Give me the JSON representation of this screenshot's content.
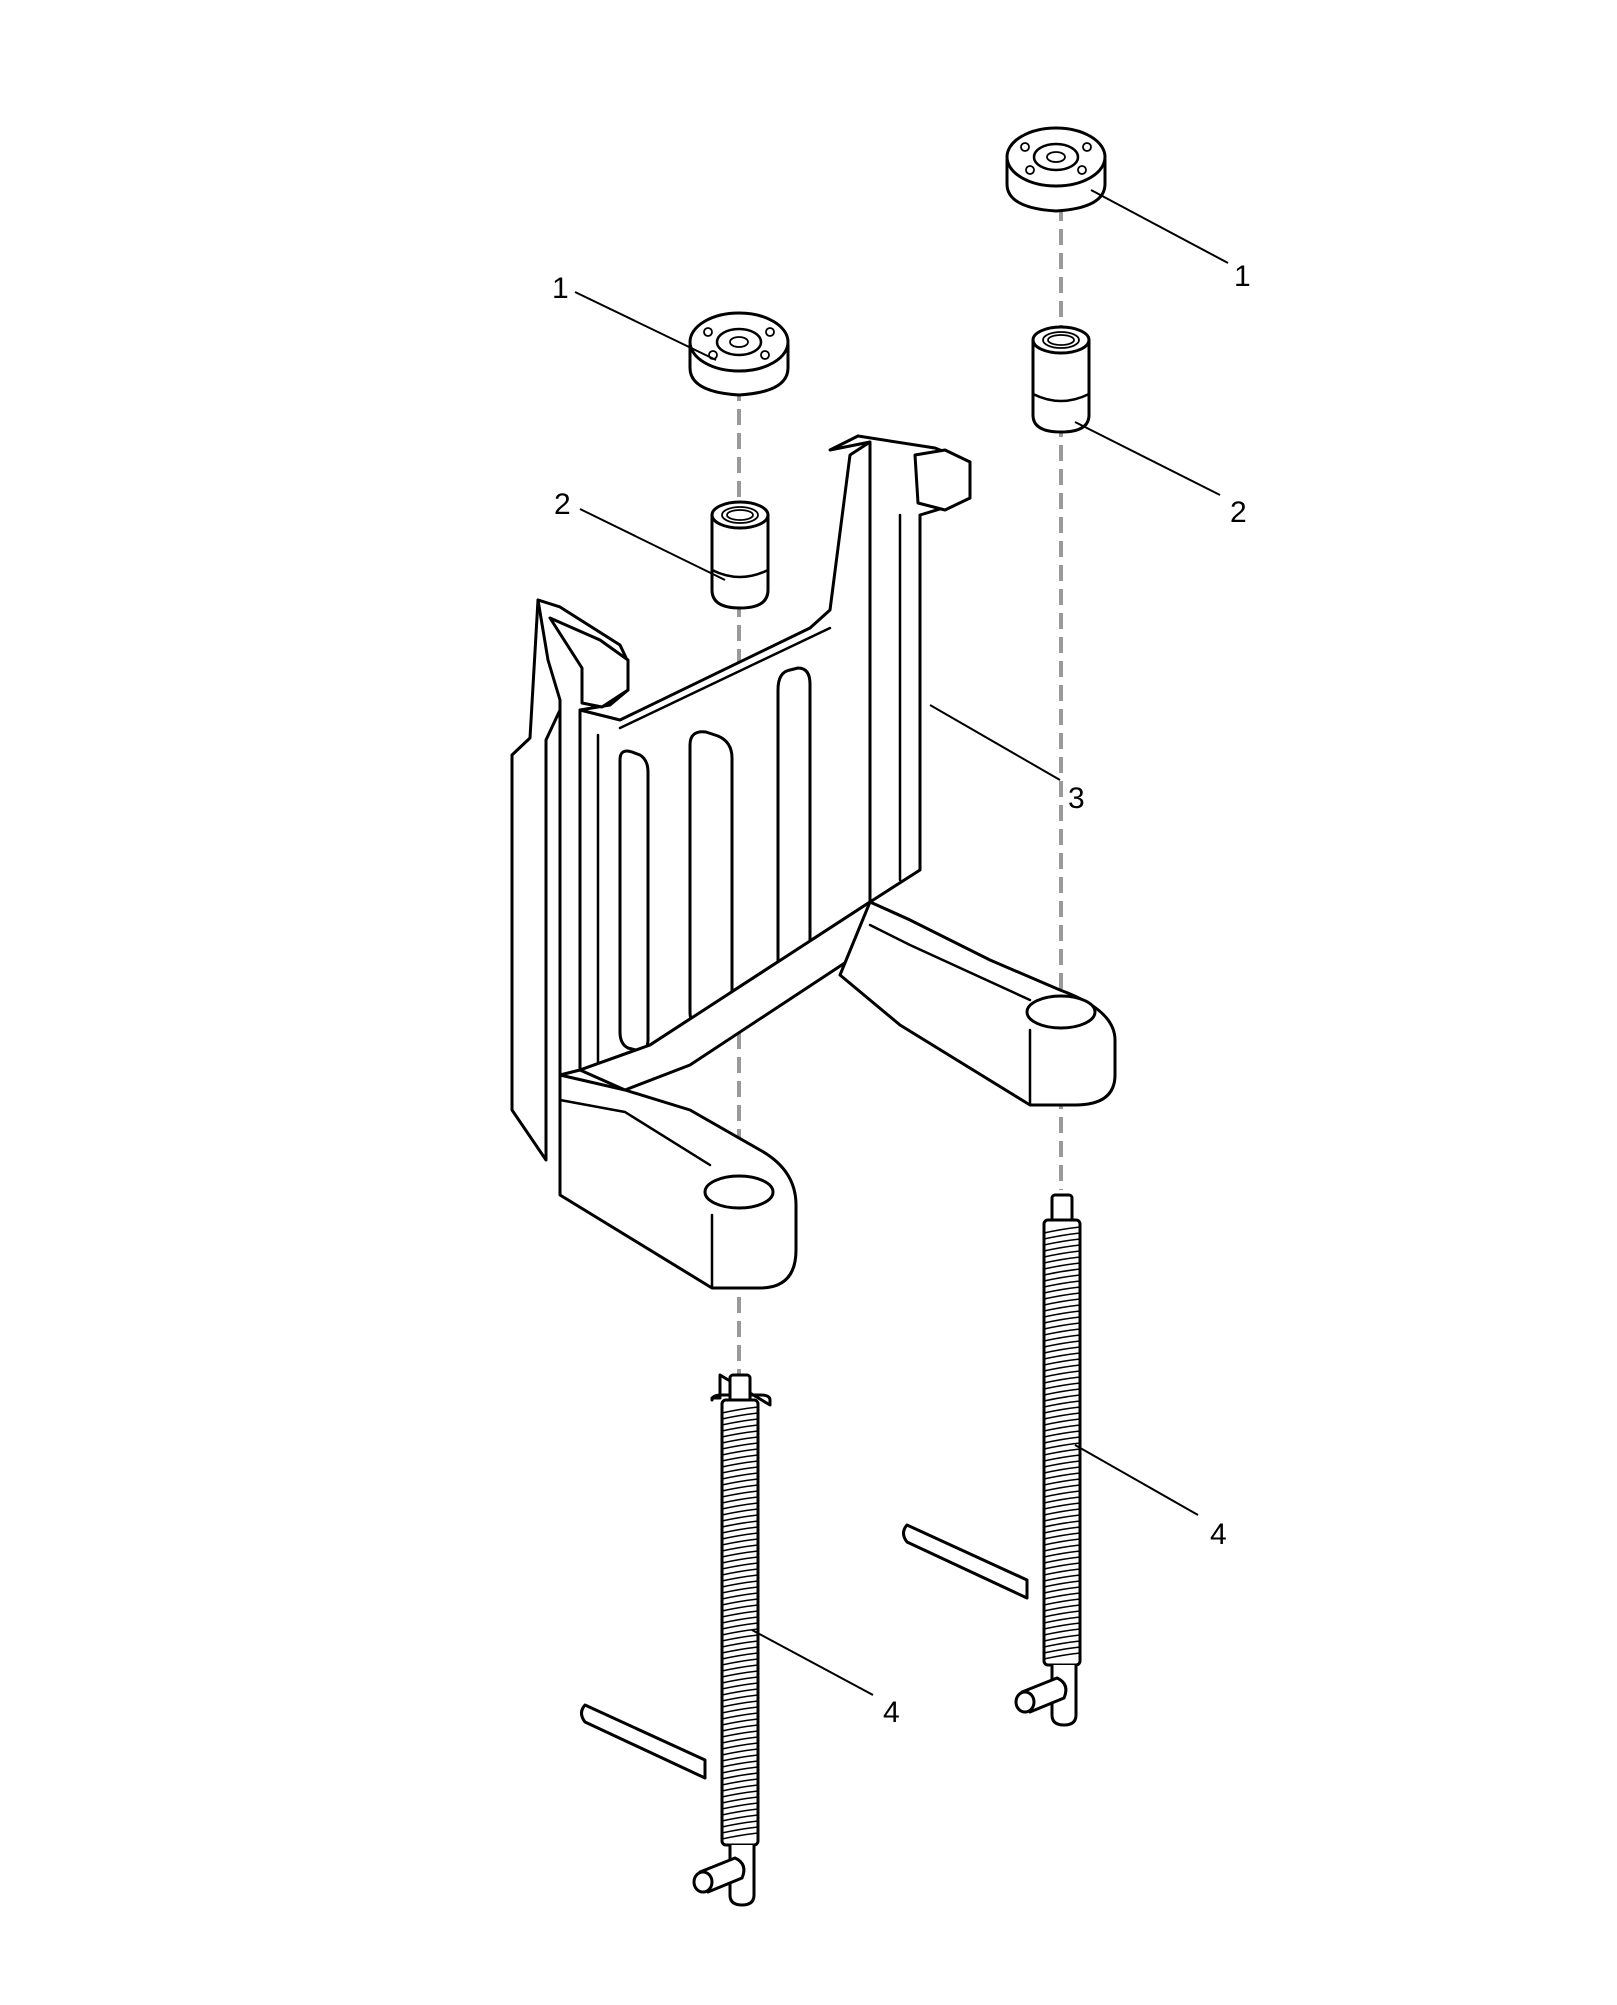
{
  "callouts": {
    "part1_left": "1",
    "part1_right": "1",
    "part2_left": "2",
    "part2_right": "2",
    "part3": "3",
    "part4_left": "4",
    "part4_right": "4"
  },
  "colors": {
    "line": "#000000",
    "centerline": "#9a9a9a",
    "background": "#ffffff"
  }
}
